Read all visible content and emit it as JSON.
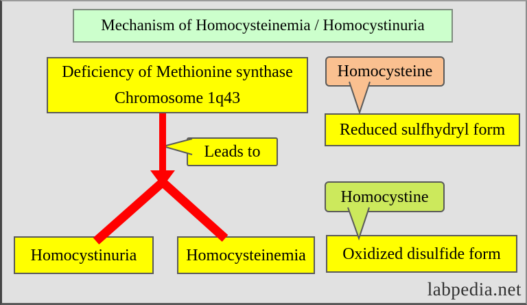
{
  "diagram": {
    "title": "Mechanism of Homocysteinemia / Homocystinuria",
    "deficiency_box": {
      "line1": "Deficiency of Methionine synthase",
      "line2": "Chromosome 1q43"
    },
    "leads_to_callout": {
      "label": "Leads to"
    },
    "homocysteine_callout": {
      "label": "Homocysteine"
    },
    "reduced_box": {
      "label": "Reduced sulfhydryl form"
    },
    "homocystine_callout": {
      "label": "Homocystine"
    },
    "oxidized_box": {
      "label": "Oxidized disulfide form"
    },
    "result_boxes": [
      {
        "label": "Homocystinuria"
      },
      {
        "label": "Homocysteinemia"
      }
    ],
    "watermark": "labpedia.net"
  },
  "colors": {
    "background": "#e1e1e1",
    "box_yellow": "#ffff00",
    "title_green": "#ccffcc",
    "callout_peach": "#fac090",
    "callout_green": "#cce95c",
    "arrow_red": "#ff0000",
    "box_border": "#595959",
    "text": "#000000",
    "watermark_text": "#303030"
  }
}
